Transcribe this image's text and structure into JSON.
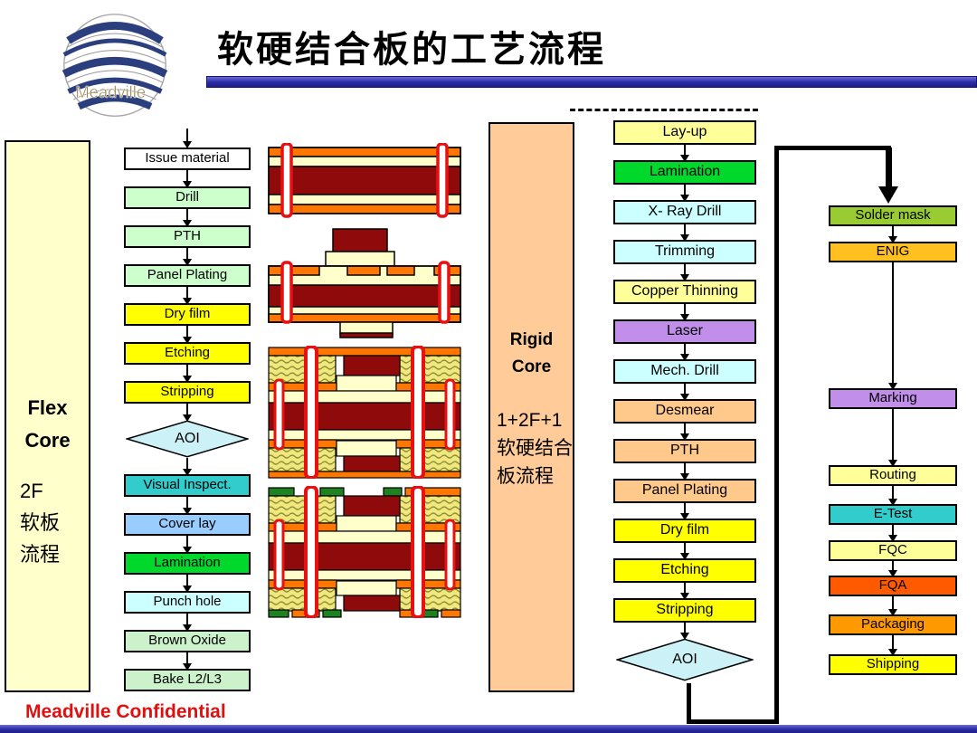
{
  "slide": {
    "title": "软硬结合板的工艺流程",
    "footer": "Meadville Confidential",
    "logo_text": "Meadville"
  },
  "flex_sidebar": {
    "title_lines": [
      "Flex",
      "Core"
    ],
    "sub_lines": [
      "2F",
      "软板",
      "流程"
    ]
  },
  "rigid_sidebar": {
    "title_lines": [
      "Rigid",
      "Core"
    ],
    "sub_lines": [
      "1+2F+1",
      "软硬结合",
      "板流程"
    ]
  },
  "flex_flow": {
    "steps": [
      {
        "label": "Issue material",
        "color": "#FFFFFF"
      },
      {
        "label": "Drill",
        "color": "#CCFFCC"
      },
      {
        "label": "PTH",
        "color": "#CCFFCC"
      },
      {
        "label": "Panel Plating",
        "color": "#CCFFCC"
      },
      {
        "label": "Dry film",
        "color": "#FFFF00"
      },
      {
        "label": "Etching",
        "color": "#FFFF00"
      },
      {
        "label": "Stripping",
        "color": "#FFFF00"
      },
      {
        "label": "AOI",
        "color": "#CCF2F7",
        "shape": "diamond"
      },
      {
        "label": "Visual Inspect.",
        "color": "#33CCCC"
      },
      {
        "label": "Cover lay",
        "color": "#99CCFF"
      },
      {
        "label": "Lamination",
        "color": "#00D92B"
      },
      {
        "label": "Punch hole",
        "color": "#CCFFFF"
      },
      {
        "label": "Brown Oxide",
        "color": "#CCF2CC"
      },
      {
        "label": "Bake L2/L3",
        "color": "#CCF2CC"
      }
    ]
  },
  "rigid_flow": {
    "steps": [
      {
        "label": "Lay-up",
        "color": "#FFFF99"
      },
      {
        "label": "Lamination",
        "color": "#00D92B"
      },
      {
        "label": "X- Ray Drill",
        "color": "#CCFFFF"
      },
      {
        "label": "Trimming",
        "color": "#CCFFFF"
      },
      {
        "label": "Copper Thinning",
        "color": "#FFFF99"
      },
      {
        "label": "Laser",
        "color": "#C18FEA"
      },
      {
        "label": "Mech. Drill",
        "color": "#CCFFFF"
      },
      {
        "label": "Desmear",
        "color": "#FFC98C"
      },
      {
        "label": "PTH",
        "color": "#FFC98C"
      },
      {
        "label": "Panel Plating",
        "color": "#FFC98C"
      },
      {
        "label": "Dry film",
        "color": "#FFFF00"
      },
      {
        "label": "Etching",
        "color": "#FFFF00"
      },
      {
        "label": "Stripping",
        "color": "#FFFF00"
      },
      {
        "label": "AOI",
        "color": "#CCF2F7",
        "shape": "diamond"
      }
    ]
  },
  "final_flow": {
    "steps": [
      {
        "label": "Solder mask",
        "color": "#99CC33"
      },
      {
        "label": "ENIG",
        "color": "#FFC020"
      },
      {
        "label": "Marking",
        "color": "#C18FEA"
      },
      {
        "label": "Routing",
        "color": "#FFFF99"
      },
      {
        "label": "E-Test",
        "color": "#33CCCC"
      },
      {
        "label": "FQC",
        "color": "#FFFF99"
      },
      {
        "label": "FQA",
        "color": "#FF5A00"
      },
      {
        "label": "Packaging",
        "color": "#FF9900"
      },
      {
        "label": "Shipping",
        "color": "#FFFF00"
      }
    ]
  },
  "colors": {
    "accent_bar": "#2B2BA4",
    "footer_red": "#E01010",
    "via_red": "#E81010",
    "board_maroon": "#8F0A0A",
    "board_orange": "#FF7700",
    "board_cream": "#FFFFCC",
    "prepreg_yellow": "#F0E87C",
    "mask_green": "#1E8220"
  }
}
